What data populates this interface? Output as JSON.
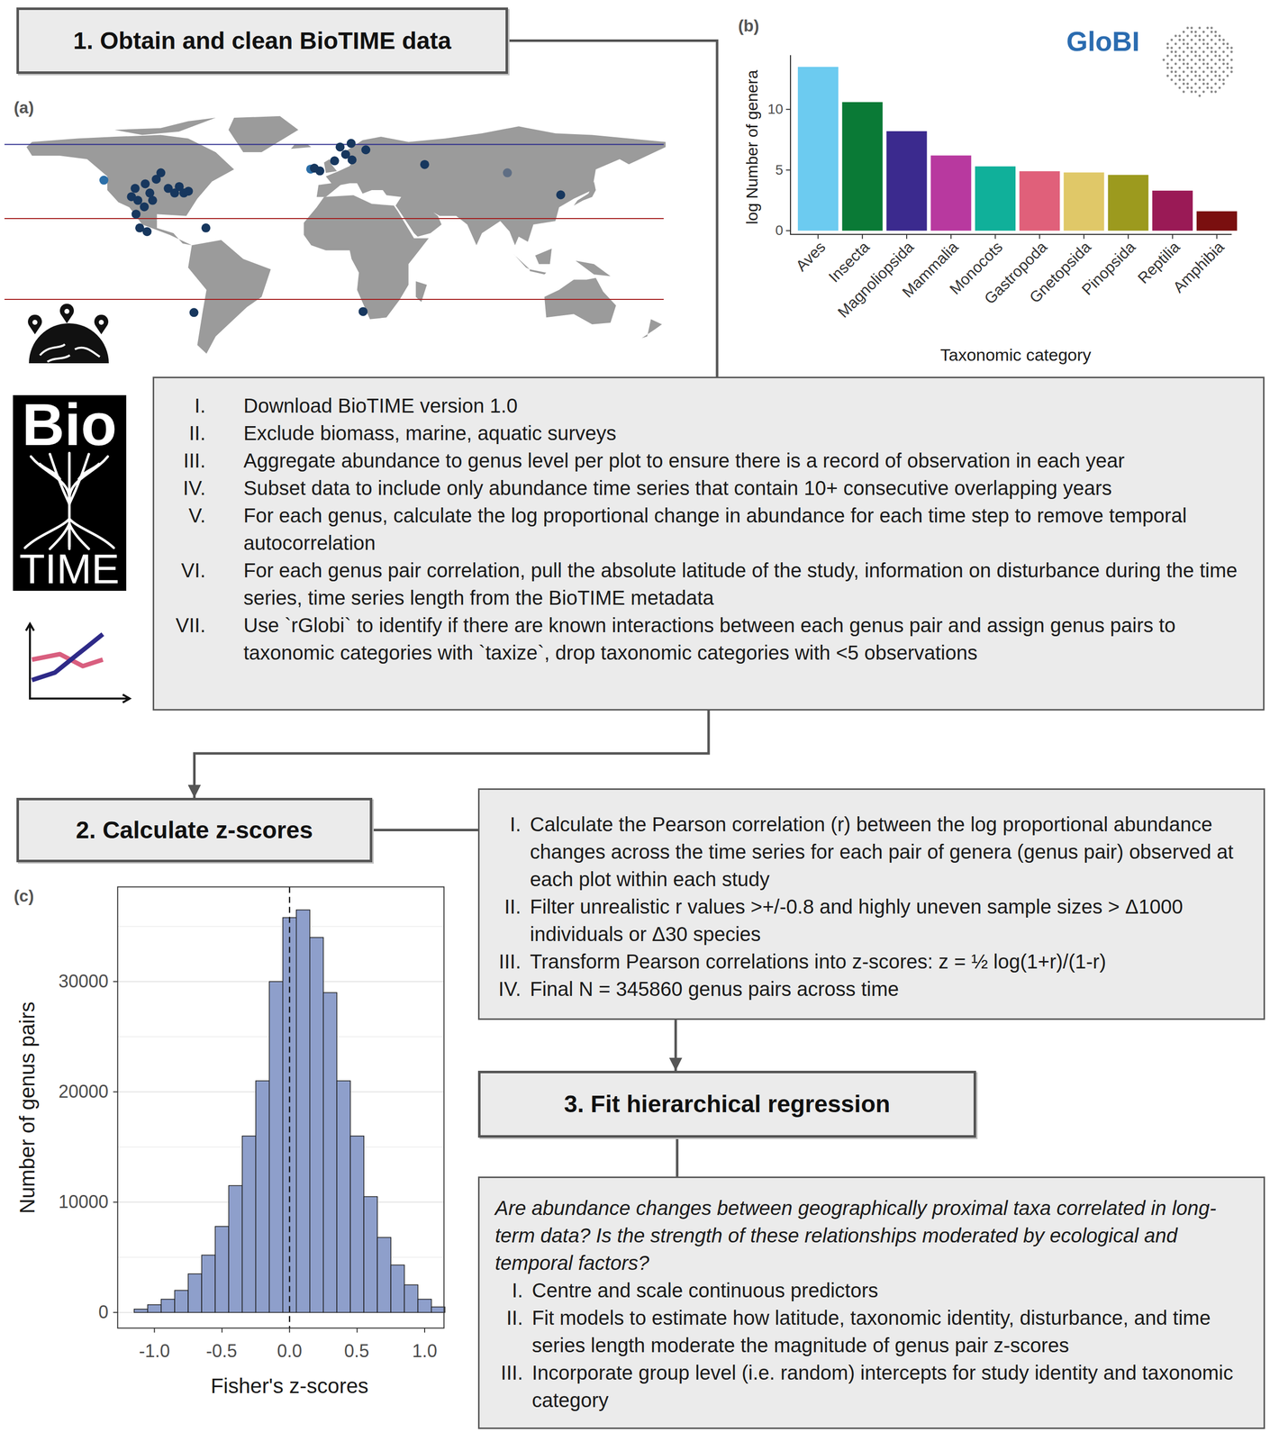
{
  "diagram": {
    "nodes": [
      {
        "text": [
          "1. Obtain and clean BioTIME data"
        ]
      },
      {
        "text": [
          "I.",
          "Download BioTIME version 1.0",
          "II.",
          "Exclude biomass, marine, aquatic surveys",
          "III.",
          "Aggregate abundance to genus level per plot to ensure there is a record of observation in each year",
          "IV.",
          "Subset data to include only abundance time series that contain 10+ consecutive overlapping years",
          "V.",
          "For each genus, calculate the log proportional change in abundance for each time step to remove temporal autocorrelation",
          "VI.",
          "For each genus pair correlation, pull the absolute latitude of the study, information on disturbance during the time series, time series length from the BioTIME metadata",
          "VII.",
          "Use `rGlobi` to identify if there are known interactions between each genus pair and assign genus pairs to taxonomic categories with `taxize`, drop taxonomic categories with <5 observations"
        ]
      },
      {
        "text": [
          "2. Calculate z-scores"
        ]
      },
      {
        "text": [
          "I.",
          "Calculate the Pearson correlation (r) between the log proportional abundance changes across the time series for each pair of genera (genus pair) observed at each plot within each study",
          "II.",
          "Filter unrealistic r values >+/-0.8 and highly uneven sample sizes > Δ1000 individuals or Δ30 species",
          "III.",
          "Transform Pearson correlations into z-scores: z = ½ log(1+r)/(1-r)",
          "IV.",
          "Final N = 345860 genus pairs across time"
        ]
      },
      {
        "text": [
          "3. Fit hierarchical regression"
        ]
      },
      {
        "text": [
          "Are abundance changes between geographically proximal taxa correlated in long-term data? Is the strength of these relationships moderated by ecological and temporal factors?",
          "I.",
          "Centre and scale continuous predictors",
          "II.",
          "Fit models to estimate how latitude, taxonomic identity, disturbance, and time series length moderate the magnitude of genus pair z-scores",
          "III.",
          "Incorporate group level (i.e. random) intercepts for study identity and taxonomic category"
        ]
      }
    ],
    "edges": [
      {
        "from": 0,
        "to": 1,
        "arrow": "none"
      },
      {
        "from": 1,
        "to": 2,
        "arrow": "to"
      },
      {
        "from": 2,
        "to": 3,
        "arrow": "none"
      },
      {
        "from": 3,
        "to": 4,
        "arrow": "to"
      },
      {
        "from": 4,
        "to": 5,
        "arrow": "none"
      }
    ],
    "labels": [
      "(a)",
      "Bio",
      "TIME",
      "(b)",
      "GloBI",
      "log Number of genera",
      "0",
      "5",
      "10",
      "Aves",
      "Insecta",
      "Magnoliopsida",
      "Mammalia",
      "Monocots",
      "Gastropoda",
      "Gnetopsida",
      "Pinopsida",
      "Reptilia",
      "Amphibia",
      "Taxonomic category",
      "(c)",
      "Number of genus pairs",
      "0",
      "10000",
      "20000",
      "30000",
      "-1.0",
      "-0.5",
      "0.0",
      "0.5",
      "1.0",
      "Fisher's z-scores"
    ]
  }
}
